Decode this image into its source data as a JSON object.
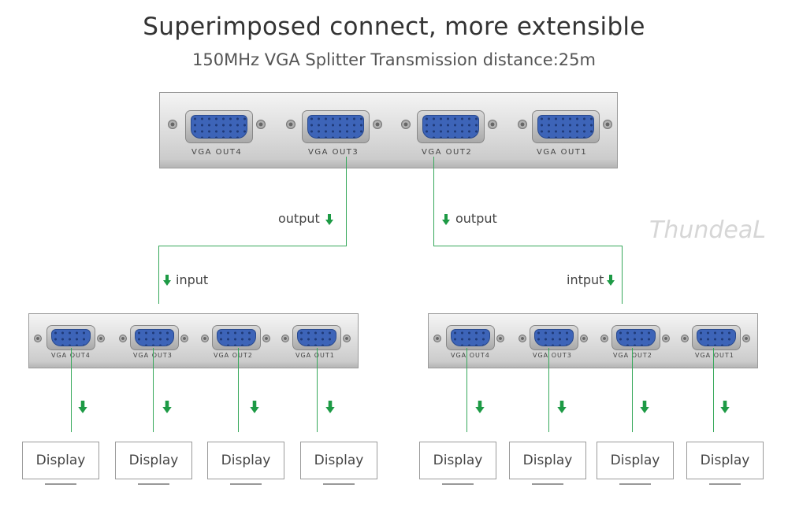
{
  "header": {
    "title": "Superimposed connect, more extensible",
    "subtitle": "150MHz VGA Splitter Transmission distance:25m"
  },
  "watermark": "ThundeaL",
  "splitter_top": {
    "ports": [
      "VGA OUT4",
      "VGA OUT3",
      "VGA OUT2",
      "VGA OUT1"
    ]
  },
  "splitter_left": {
    "ports": [
      "VGA OUT4",
      "VGA OUT3",
      "VGA OUT2",
      "VGA OUT1"
    ]
  },
  "splitter_right": {
    "ports": [
      "VGA OUT4",
      "VGA OUT3",
      "VGA OUT2",
      "VGA OUT1"
    ]
  },
  "labels": {
    "output_left": "output",
    "output_right": "output",
    "input_left": "input",
    "input_right": "intput"
  },
  "displays": [
    "Display",
    "Display",
    "Display",
    "Display",
    "Display",
    "Display",
    "Display",
    "Display"
  ],
  "colors": {
    "line": "#36a85a",
    "arrow": "#1d9a45",
    "vga_blue": "#3d64b8"
  }
}
